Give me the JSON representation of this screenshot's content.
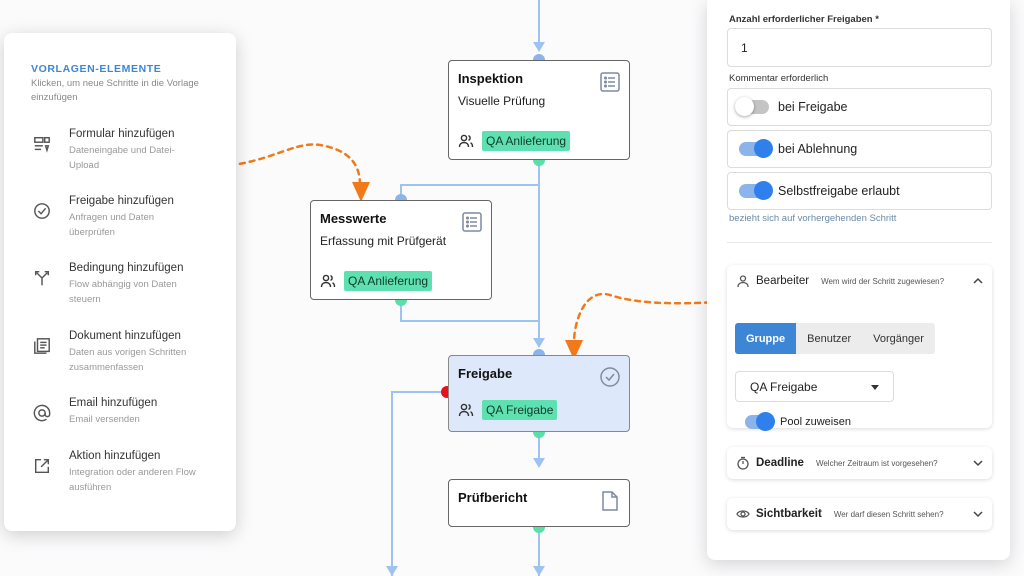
{
  "palette": {
    "title": "VORLAGEN-ELEMENTE",
    "subtitle": "Klicken, um neue Schritte in die Vorlage einzufügen",
    "items": [
      {
        "icon": "form-icon",
        "title": "Formular hinzufügen",
        "desc": "Dateneingabe und Datei-Upload"
      },
      {
        "icon": "check-circle-icon",
        "title": "Freigabe hinzufügen",
        "desc": "Anfragen und Daten überprüfen"
      },
      {
        "icon": "branch-icon",
        "title": "Bedingung hinzufügen",
        "desc": "Flow abhängig von Daten steuern"
      },
      {
        "icon": "document-icon",
        "title": "Dokument hinzufügen",
        "desc": "Daten aus vorigen Schritten zusammenfassen"
      },
      {
        "icon": "at-icon",
        "title": "Email hinzufügen",
        "desc": "Email versenden"
      },
      {
        "icon": "external-link-icon",
        "title": "Aktion hinzufügen",
        "desc": "Integration oder anderen Flow ausführen"
      }
    ]
  },
  "nodes": {
    "inspektion": {
      "title": "Inspektion",
      "desc": "Visuelle Prüfung",
      "badge": "QA Anlieferung",
      "icon": "form-list-icon"
    },
    "messwerte": {
      "title": "Messwerte",
      "desc": "Erfassung mit Prüfgerät",
      "badge": "QA Anlieferung",
      "icon": "form-list-icon"
    },
    "freigabe": {
      "title": "Freigabe",
      "badge": "QA Freigabe",
      "icon": "check-circle-icon"
    },
    "pruefbericht": {
      "title": "Prüfbericht",
      "icon": "file-icon"
    }
  },
  "props": {
    "approvals_label": "Anzahl erforderlicher Freigaben *",
    "approvals_value": "1",
    "comment_label": "Kommentar erforderlich",
    "toggles": [
      {
        "label": "bei Freigabe",
        "on": false
      },
      {
        "label": "bei Ablehnung",
        "on": true
      },
      {
        "label": "Selbstfreigabe erlaubt",
        "on": true
      }
    ],
    "toggle_hint": "bezieht sich auf vorhergehenden Schritt",
    "bearbeiter": {
      "title": "Bearbeiter",
      "hint": "Wem wird der Schritt zugewiesen?",
      "tabs": [
        "Gruppe",
        "Benutzer",
        "Vorgänger"
      ],
      "selected_tab": "Gruppe",
      "group_value": "QA Freigabe",
      "pool_label": "Pool zuweisen",
      "pool_on": true
    },
    "deadline": {
      "title": "Deadline",
      "hint": "Welcher Zeitraum ist vorgesehen?"
    },
    "visibility": {
      "title": "Sichtbarkeit",
      "hint": "Wer darf diesen Schritt sehen?"
    }
  },
  "colors": {
    "accent": "#3d86d6",
    "connector": "#9cc3f2",
    "port_in": "#8ab4ea",
    "port_out": "#57e0a8",
    "port_error": "#e8101a",
    "badge": "#5fe0b0",
    "annotation_arrow": "#f07a1a",
    "active_node": "#dde9fb"
  }
}
